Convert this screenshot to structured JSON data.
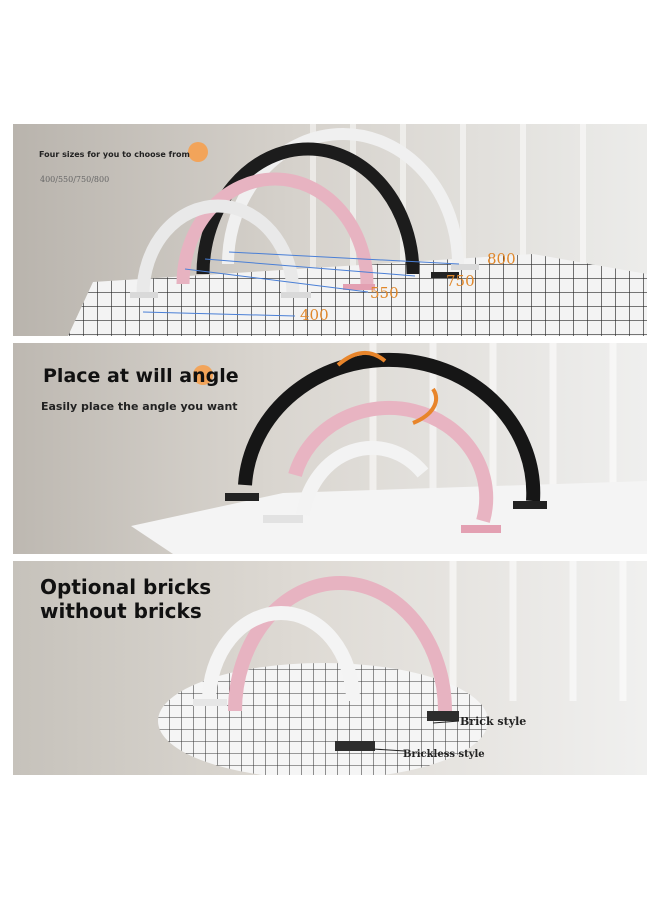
{
  "panel1": {
    "heading": "Four sizes for you to choose from",
    "sizes_line": "400/550/750/800",
    "dimensions": [
      "400",
      "550",
      "750",
      "800"
    ]
  },
  "panel2": {
    "heading": "Place at will angle",
    "subheading": "Easily place the angle you want"
  },
  "panel3": {
    "heading_line1": "Optional bricks",
    "heading_line2": "without bricks",
    "brick_label": "Brick style",
    "brickless_label": "Brickless style"
  },
  "colors": {
    "accent": "#e0872a",
    "pink": "#e6aebd",
    "black": "#1a1a1a",
    "white_lamp": "#f1f1f1"
  }
}
